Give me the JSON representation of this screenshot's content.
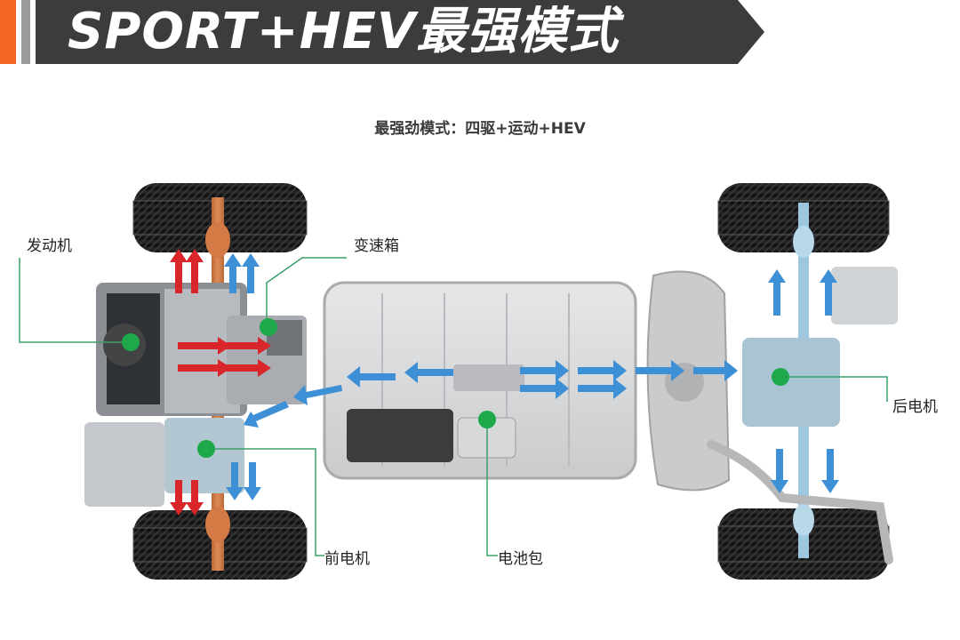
{
  "banner": {
    "title": "SPORT+HEV最强模式"
  },
  "diagram": {
    "subtitle": "最强劲模式：四驱+运动+HEV",
    "labels": {
      "engine": "发动机",
      "transmission": "变速箱",
      "front_motor": "前电机",
      "battery_pack": "电池包",
      "rear_motor": "后电机"
    }
  },
  "colors": {
    "banner_bg": "#3c3c3c",
    "banner_accent": "#f26522",
    "marker": "#1ea84b",
    "leader_line": "#3aa06a",
    "engine_flow": "#d8262b",
    "electric_flow": "#3d8fd6"
  }
}
